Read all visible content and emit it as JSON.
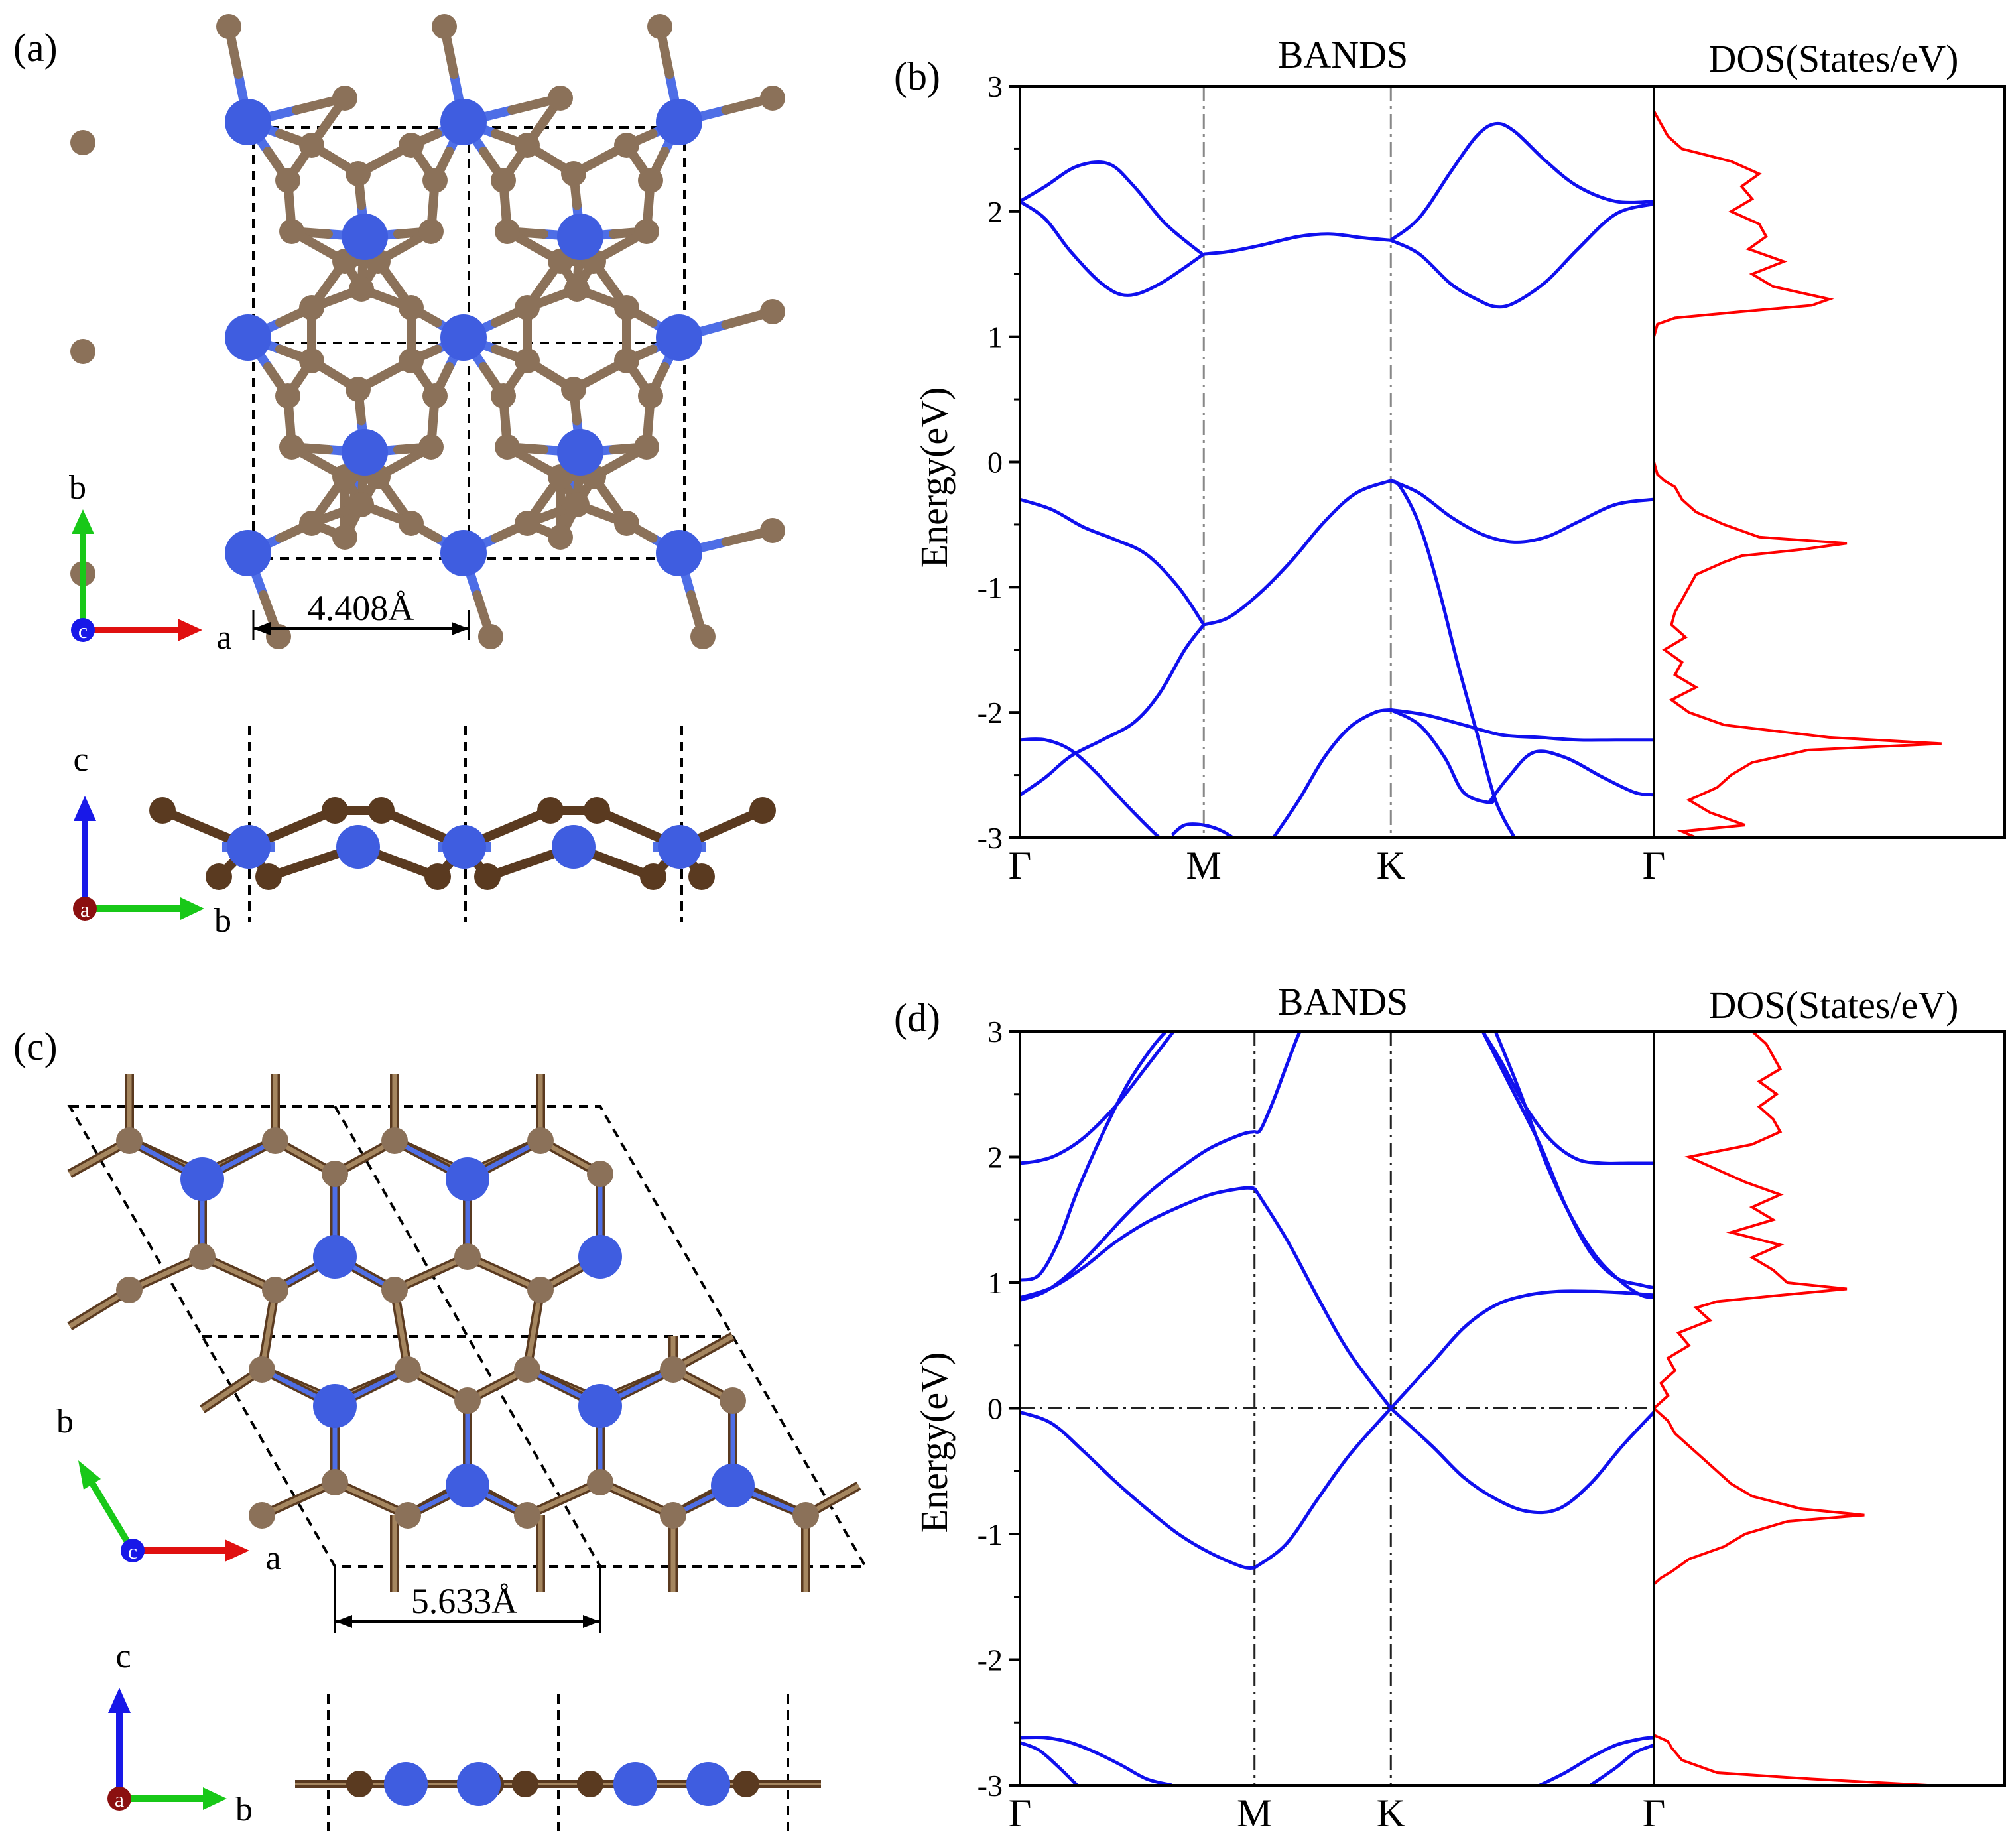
{
  "panels": [
    {
      "id": "a",
      "label": "(a)",
      "scale_label": "4.408Å",
      "axes_top": [
        "b",
        "c",
        "a"
      ],
      "axes_side": [
        "c",
        "a",
        "b"
      ]
    },
    {
      "id": "b",
      "label": "(b)"
    },
    {
      "id": "c",
      "label": "(c)",
      "scale_label": "5.633Å",
      "axes_top": [
        "b",
        "c",
        "a"
      ],
      "axes_side": [
        "c",
        "a",
        "b"
      ]
    },
    {
      "id": "d",
      "label": "(d)"
    }
  ],
  "colors": {
    "carbon": "#8b7159",
    "carbon_dark": "#5a3a20",
    "metal": "#3f5de0",
    "bond_metal": "#4e6ee6",
    "band": "#1010ee",
    "dos": "#ff0000",
    "axis_red": "#e01010",
    "axis_green": "#18c818",
    "axis_blue": "#1818e8",
    "axis_dark_red": "#8b1010"
  },
  "chart_data": [
    {
      "type": "line",
      "panel": "b",
      "title": "BANDS",
      "dos_title": "DOS(States/eV)",
      "ylabel": "Energy(eV)",
      "ylim": [
        -3,
        3
      ],
      "yticks": [
        "3",
        "2",
        "1",
        "0",
        "-1",
        "-2",
        "-3"
      ],
      "kpoints": [
        {
          "label": "Γ",
          "x": 0
        },
        {
          "label": "M",
          "x": 0.29
        },
        {
          "label": "K",
          "x": 0.585
        },
        {
          "label": "Γ",
          "x": 1
        }
      ],
      "series": [
        {
          "x": [
            0,
            0.04,
            0.09,
            0.14,
            0.18,
            0.23,
            0.29
          ],
          "y": [
            2.08,
            2.2,
            2.36,
            2.38,
            2.2,
            1.9,
            1.65
          ]
        },
        {
          "x": [
            0,
            0.04,
            0.08,
            0.13,
            0.17,
            0.22,
            0.29
          ],
          "y": [
            2.08,
            1.94,
            1.68,
            1.42,
            1.33,
            1.42,
            1.66
          ]
        },
        {
          "x": [
            0.29,
            0.33,
            0.38,
            0.44,
            0.49,
            0.54,
            0.585
          ],
          "y": [
            1.66,
            1.68,
            1.73,
            1.8,
            1.82,
            1.79,
            1.77
          ]
        },
        {
          "x": [
            0.585,
            0.63,
            0.68,
            0.72,
            0.75,
            0.78,
            0.83,
            0.88,
            0.94,
            1.0
          ],
          "y": [
            1.77,
            1.95,
            2.32,
            2.6,
            2.7,
            2.64,
            2.4,
            2.2,
            2.08,
            2.08
          ]
        },
        {
          "x": [
            0.585,
            0.63,
            0.68,
            0.72,
            0.75,
            0.78,
            0.83,
            0.88,
            0.94,
            1.0
          ],
          "y": [
            1.77,
            1.66,
            1.42,
            1.3,
            1.24,
            1.27,
            1.44,
            1.7,
            1.98,
            2.06
          ]
        },
        {
          "x": [
            0,
            0.05,
            0.1,
            0.15,
            0.2,
            0.25,
            0.29
          ],
          "y": [
            -0.3,
            -0.38,
            -0.52,
            -0.62,
            -0.74,
            -1.0,
            -1.3
          ]
        },
        {
          "x": [
            0.29,
            0.33,
            0.38,
            0.43,
            0.48,
            0.53,
            0.585
          ],
          "y": [
            -1.3,
            -1.24,
            -1.04,
            -0.78,
            -0.48,
            -0.25,
            -0.15
          ]
        },
        {
          "x": [
            0.585,
            0.63,
            0.68,
            0.73,
            0.78,
            0.83,
            0.88,
            0.94,
            1.0
          ],
          "y": [
            -0.15,
            -0.25,
            -0.44,
            -0.58,
            -0.64,
            -0.6,
            -0.48,
            -0.34,
            -0.3
          ]
        },
        {
          "x": [
            0.585,
            0.6,
            0.63,
            0.66,
            0.69,
            0.72,
            0.75,
            0.78
          ],
          "y": [
            -0.15,
            -0.2,
            -0.5,
            -1.0,
            -1.6,
            -2.15,
            -2.7,
            -3.0
          ]
        },
        {
          "x": [
            0.29,
            0.26,
            0.22,
            0.18,
            0.13,
            0.08,
            0.04,
            0
          ],
          "y": [
            -1.3,
            -1.5,
            -1.85,
            -2.08,
            -2.22,
            -2.35,
            -2.52,
            -2.66
          ]
        },
        {
          "x": [
            0,
            0.04,
            0.08,
            0.12,
            0.17,
            0.22,
            0.24
          ],
          "y": [
            -2.22,
            -2.22,
            -2.3,
            -2.48,
            -2.75,
            -3.0,
            -3.05
          ]
        },
        {
          "x": [
            0.24,
            0.26,
            0.29,
            0.32,
            0.35
          ],
          "y": [
            -2.98,
            -2.9,
            -2.9,
            -2.95,
            -3.05
          ]
        },
        {
          "x": [
            0.4,
            0.44,
            0.48,
            0.52,
            0.56,
            0.585
          ],
          "y": [
            -3.0,
            -2.7,
            -2.36,
            -2.12,
            -2.0,
            -1.98
          ]
        },
        {
          "x": [
            0.585,
            0.63,
            0.67,
            0.7,
            0.74,
            0.75
          ],
          "y": [
            -1.98,
            -2.1,
            -2.36,
            -2.64,
            -2.72,
            -2.68
          ]
        },
        {
          "x": [
            0.585,
            0.64,
            0.7,
            0.76,
            0.82,
            0.88,
            0.94,
            1.0
          ],
          "y": [
            -1.98,
            -2.02,
            -2.1,
            -2.18,
            -2.2,
            -2.22,
            -2.22,
            -2.22
          ]
        },
        {
          "x": [
            0.74,
            0.77,
            0.81,
            0.86,
            0.92,
            0.97,
            1.0
          ],
          "y": [
            -2.72,
            -2.52,
            -2.32,
            -2.36,
            -2.52,
            -2.64,
            -2.66
          ]
        }
      ],
      "dos": {
        "energy": [
          3.0,
          2.9,
          2.8,
          2.7,
          2.6,
          2.5,
          2.4,
          2.3,
          2.2,
          2.1,
          2.0,
          1.9,
          1.8,
          1.7,
          1.6,
          1.5,
          1.4,
          1.3,
          1.25,
          1.2,
          1.15,
          1.1,
          1.0,
          0.0,
          -0.1,
          -0.15,
          -0.2,
          -0.3,
          -0.4,
          -0.5,
          -0.6,
          -0.65,
          -0.7,
          -0.75,
          -0.8,
          -0.9,
          -1.0,
          -1.1,
          -1.2,
          -1.3,
          -1.4,
          -1.5,
          -1.6,
          -1.7,
          -1.8,
          -1.9,
          -2.0,
          -2.1,
          -2.2,
          -2.25,
          -2.3,
          -2.4,
          -2.5,
          -2.6,
          -2.7,
          -2.8,
          -2.9,
          -2.95,
          -3.0
        ],
        "value": [
          0.0,
          0.0,
          0.0,
          0.02,
          0.04,
          0.08,
          0.22,
          0.3,
          0.25,
          0.28,
          0.22,
          0.3,
          0.32,
          0.27,
          0.37,
          0.28,
          0.34,
          0.5,
          0.45,
          0.25,
          0.06,
          0.01,
          0.0,
          0.0,
          0.01,
          0.03,
          0.06,
          0.08,
          0.12,
          0.2,
          0.3,
          0.55,
          0.42,
          0.25,
          0.2,
          0.12,
          0.1,
          0.08,
          0.06,
          0.05,
          0.09,
          0.03,
          0.08,
          0.06,
          0.12,
          0.05,
          0.1,
          0.2,
          0.5,
          0.82,
          0.44,
          0.28,
          0.22,
          0.18,
          0.1,
          0.16,
          0.26,
          0.08,
          0.12
        ],
        "xlim": [
          0,
          1
        ]
      }
    },
    {
      "type": "line",
      "panel": "d",
      "title": "BANDS",
      "dos_title": "DOS(States/eV)",
      "ylabel": "Energy(eV)",
      "ylim": [
        -3,
        3
      ],
      "yticks": [
        "3",
        "2",
        "1",
        "0",
        "-1",
        "-2",
        "-3"
      ],
      "fermi_level": 0,
      "kpoints": [
        {
          "label": "Γ",
          "x": 0
        },
        {
          "label": "M",
          "x": 0.37
        },
        {
          "label": "K",
          "x": 0.585
        },
        {
          "label": "Γ",
          "x": 1
        }
      ],
      "series": [
        {
          "x": [
            0,
            0.05,
            0.1,
            0.15,
            0.2,
            0.25,
            0.3,
            0.35,
            0.37
          ],
          "y": [
            -0.03,
            -0.12,
            -0.34,
            -0.58,
            -0.8,
            -1.0,
            -1.15,
            -1.26,
            -1.27
          ]
        },
        {
          "x": [
            0.37,
            0.42,
            0.47,
            0.52,
            0.585
          ],
          "y": [
            -1.27,
            -1.08,
            -0.72,
            -0.37,
            0.0
          ]
        },
        {
          "x": [
            0.37,
            0.42,
            0.47,
            0.52,
            0.585
          ],
          "y": [
            1.75,
            1.35,
            0.88,
            0.44,
            0.0
          ]
        },
        {
          "x": [
            0,
            0.05,
            0.1,
            0.15,
            0.2,
            0.25,
            0.3,
            0.35,
            0.37
          ],
          "y": [
            0.88,
            0.96,
            1.12,
            1.32,
            1.48,
            1.6,
            1.7,
            1.75,
            1.75
          ]
        },
        {
          "x": [
            0.585,
            0.65,
            0.7,
            0.75,
            0.8,
            0.85,
            0.9,
            0.95,
            1.0
          ],
          "y": [
            0.0,
            -0.3,
            -0.55,
            -0.72,
            -0.82,
            -0.8,
            -0.6,
            -0.3,
            -0.03
          ]
        },
        {
          "x": [
            0.585,
            0.65,
            0.7,
            0.75,
            0.8,
            0.85,
            0.9,
            0.95,
            1.0
          ],
          "y": [
            0.0,
            0.36,
            0.64,
            0.82,
            0.9,
            0.93,
            0.93,
            0.92,
            0.9
          ]
        },
        {
          "x": [
            0,
            0.04,
            0.08,
            0.12,
            0.16,
            0.2,
            0.25,
            0.3,
            0.35,
            0.37
          ],
          "y": [
            0.86,
            0.93,
            1.08,
            1.28,
            1.5,
            1.7,
            1.9,
            2.07,
            2.18,
            2.2
          ]
        },
        {
          "x": [
            0.37,
            0.38,
            0.4,
            0.42,
            0.44,
            0.45
          ],
          "y": [
            2.2,
            2.22,
            2.45,
            2.72,
            2.98,
            3.05
          ]
        },
        {
          "x": [
            0,
            0.03,
            0.06,
            0.1,
            0.15,
            0.2,
            0.25
          ],
          "y": [
            1.95,
            1.97,
            2.02,
            2.15,
            2.4,
            2.72,
            3.05
          ]
        },
        {
          "x": [
            0,
            0.03,
            0.06,
            0.09,
            0.13,
            0.17,
            0.21,
            0.24
          ],
          "y": [
            1.02,
            1.06,
            1.32,
            1.72,
            2.18,
            2.58,
            2.88,
            3.05
          ]
        },
        {
          "x": [
            0.73,
            0.77,
            0.82,
            0.86,
            0.9,
            0.94,
            0.98,
            1.0
          ],
          "y": [
            3.0,
            2.6,
            2.1,
            1.62,
            1.24,
            1.04,
            0.98,
            0.96
          ]
        },
        {
          "x": [
            0.73,
            0.76,
            0.8,
            0.84,
            0.88,
            0.92,
            0.96,
            1.0
          ],
          "y": [
            3.0,
            2.75,
            2.38,
            2.12,
            1.98,
            1.95,
            1.95,
            1.95
          ]
        },
        {
          "x": [
            0.75,
            0.79,
            0.83,
            0.87,
            0.91,
            0.95,
            0.98,
            1.0
          ],
          "y": [
            3.0,
            2.5,
            1.95,
            1.52,
            1.2,
            1.0,
            0.9,
            0.88
          ]
        },
        {
          "x": [
            0,
            0.04,
            0.08,
            0.12,
            0.16,
            0.2,
            0.24
          ],
          "y": [
            -2.62,
            -2.62,
            -2.66,
            -2.74,
            -2.84,
            -2.95,
            -3.0
          ]
        },
        {
          "x": [
            0,
            0.03,
            0.06,
            0.09
          ],
          "y": [
            -2.66,
            -2.72,
            -2.85,
            -3.0
          ]
        },
        {
          "x": [
            0.82,
            0.86,
            0.9,
            0.94,
            0.98,
            1.0
          ],
          "y": [
            -3.0,
            -2.9,
            -2.78,
            -2.68,
            -2.63,
            -2.62
          ]
        },
        {
          "x": [
            0.9,
            0.94,
            0.97,
            1.0
          ],
          "y": [
            -3.0,
            -2.86,
            -2.74,
            -2.68
          ]
        }
      ],
      "dos": {
        "energy": [
          3.0,
          2.9,
          2.8,
          2.7,
          2.6,
          2.5,
          2.4,
          2.3,
          2.2,
          2.1,
          2.0,
          1.9,
          1.8,
          1.7,
          1.6,
          1.5,
          1.4,
          1.3,
          1.2,
          1.1,
          1.0,
          0.95,
          0.9,
          0.85,
          0.8,
          0.7,
          0.6,
          0.5,
          0.4,
          0.3,
          0.2,
          0.1,
          0.0,
          -0.1,
          -0.2,
          -0.3,
          -0.4,
          -0.5,
          -0.6,
          -0.7,
          -0.8,
          -0.85,
          -0.9,
          -1.0,
          -1.1,
          -1.2,
          -1.3,
          -1.35,
          -1.4,
          -1.6,
          -1.8,
          -2.0,
          -2.2,
          -2.4,
          -2.6,
          -2.65,
          -2.7,
          -2.8,
          -2.9,
          -2.95,
          -3.0
        ],
        "value": [
          0.28,
          0.32,
          0.34,
          0.36,
          0.3,
          0.35,
          0.3,
          0.34,
          0.36,
          0.28,
          0.1,
          0.18,
          0.26,
          0.36,
          0.28,
          0.34,
          0.22,
          0.36,
          0.28,
          0.34,
          0.38,
          0.55,
          0.36,
          0.18,
          0.12,
          0.16,
          0.07,
          0.1,
          0.04,
          0.06,
          0.02,
          0.04,
          0.0,
          0.04,
          0.06,
          0.1,
          0.14,
          0.18,
          0.22,
          0.28,
          0.42,
          0.6,
          0.38,
          0.26,
          0.2,
          0.1,
          0.05,
          0.02,
          0.0,
          0.0,
          0.0,
          0.0,
          0.0,
          0.0,
          0.0,
          0.04,
          0.05,
          0.08,
          0.18,
          0.45,
          0.78
        ],
        "xlim": [
          0,
          1
        ]
      }
    }
  ]
}
